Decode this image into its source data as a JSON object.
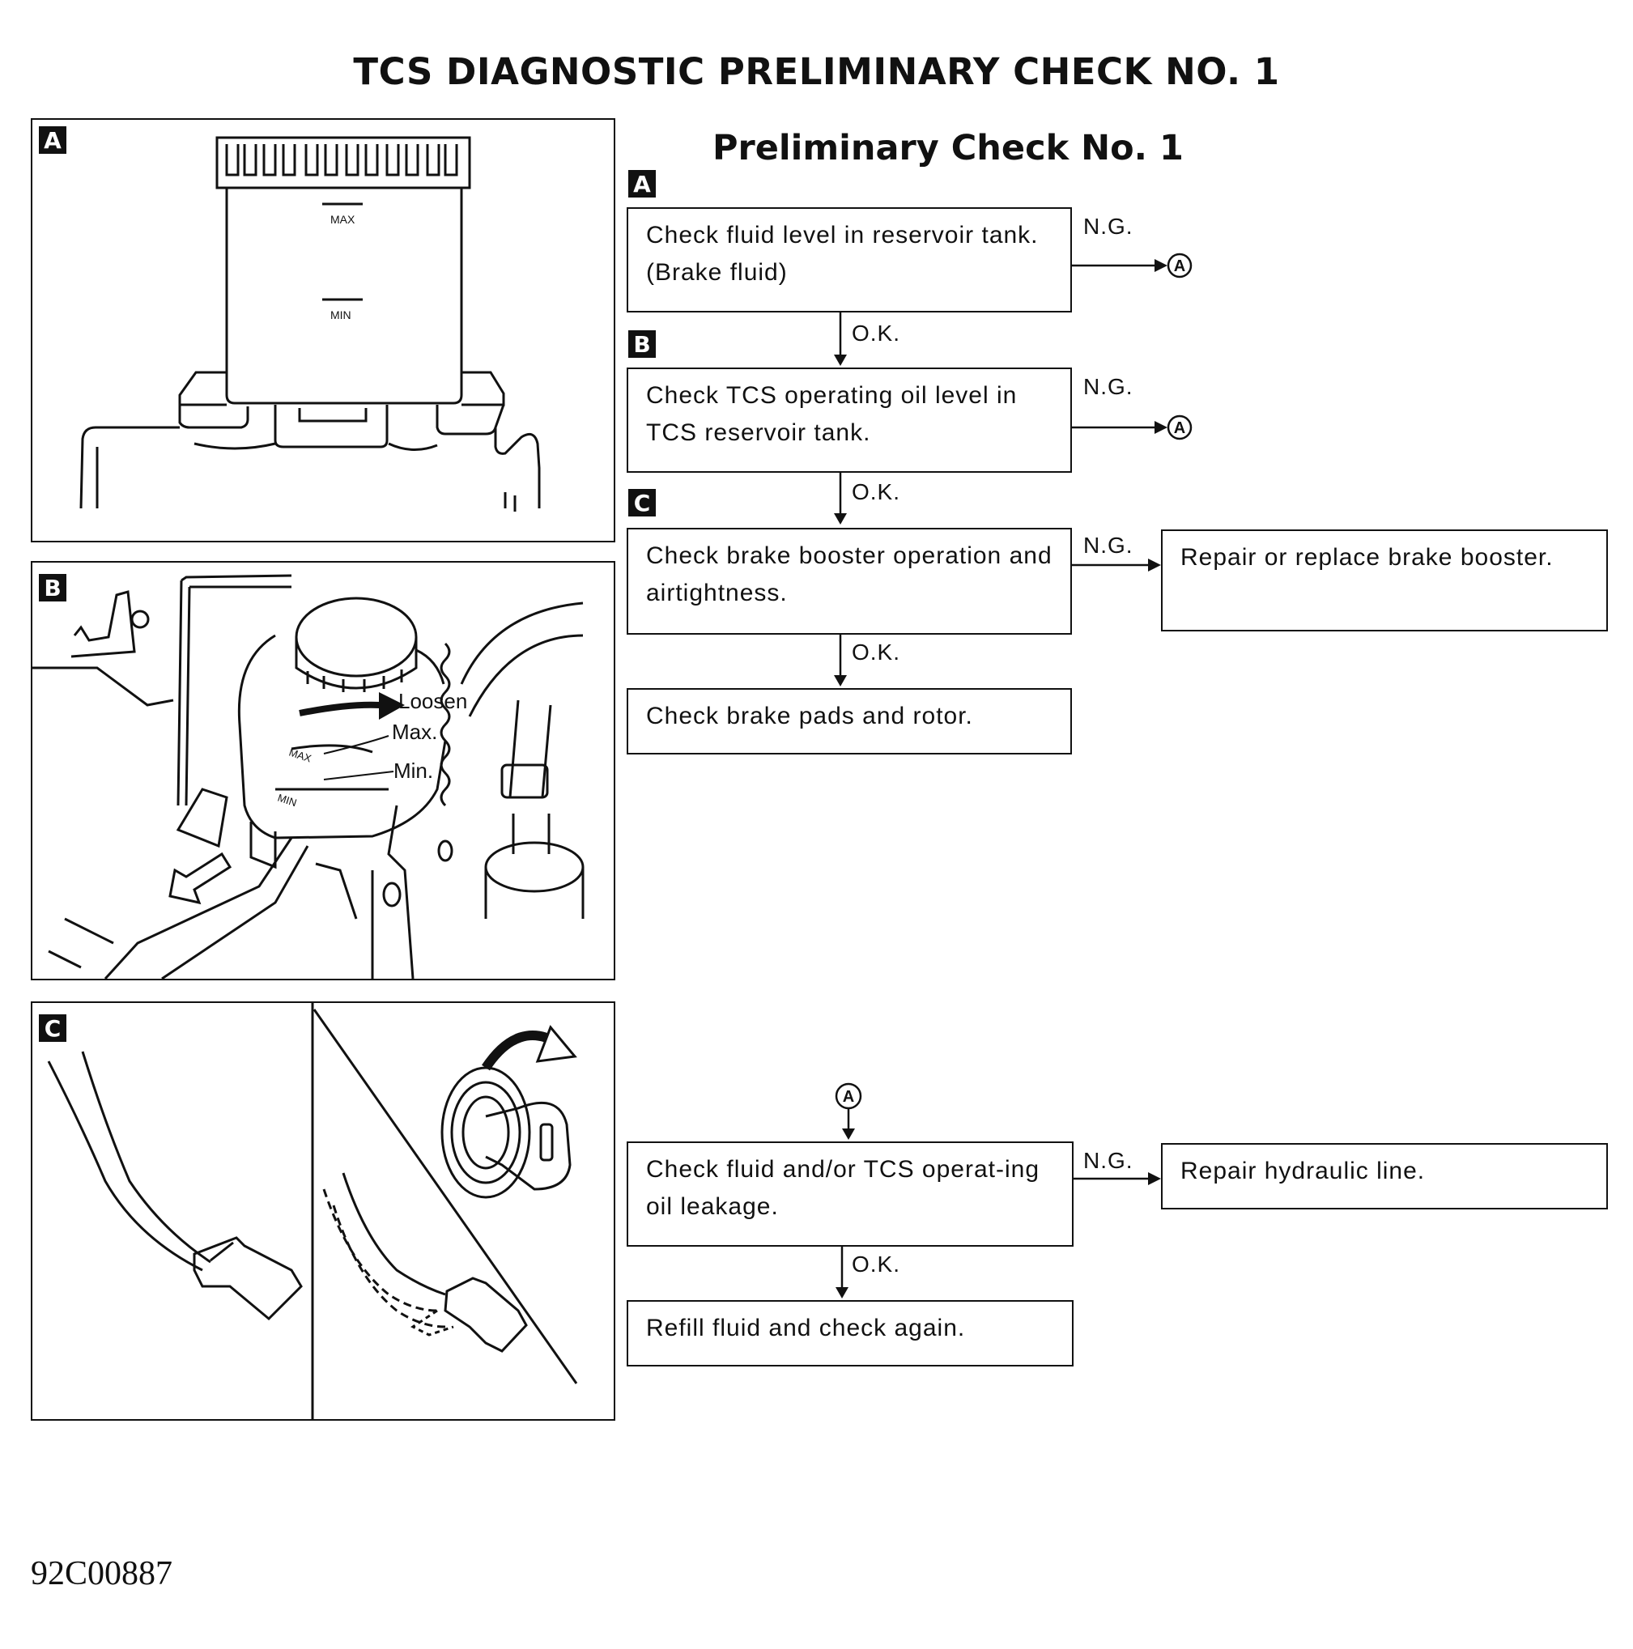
{
  "title": "TCS DIAGNOSTIC PRELIMINARY CHECK NO. 1",
  "subtitle": "Preliminary Check No. 1",
  "figure_id": "92C00887",
  "illustrations": {
    "a": {
      "tag": "A",
      "max_mark": "MAX",
      "min_mark": "MIN"
    },
    "b": {
      "tag": "B",
      "loosen": "Loosen",
      "max": "Max.",
      "min": "Min.",
      "cap_max": "MAX",
      "cap_min": "MIN"
    },
    "c": {
      "tag": "C"
    }
  },
  "flowchart": {
    "step_a_tag": "A",
    "step_b_tag": "B",
    "step_c_tag": "C",
    "box1": "Check fluid level in reservoir tank. (Brake fluid)",
    "box2": "Check TCS operating oil level in TCS reservoir tank.",
    "box3": "Check brake booster operation and airtightness.",
    "box3_ng": "Repair or replace brake booster.",
    "box4": "Check brake pads and rotor.",
    "box5": "Check fluid and/or TCS operat-ing oil leakage.",
    "box5_ng": "Repair hydraulic line.",
    "box6": "Refill fluid and check again.",
    "ng": "N.G.",
    "ok": "O.K.",
    "connector": "A"
  }
}
